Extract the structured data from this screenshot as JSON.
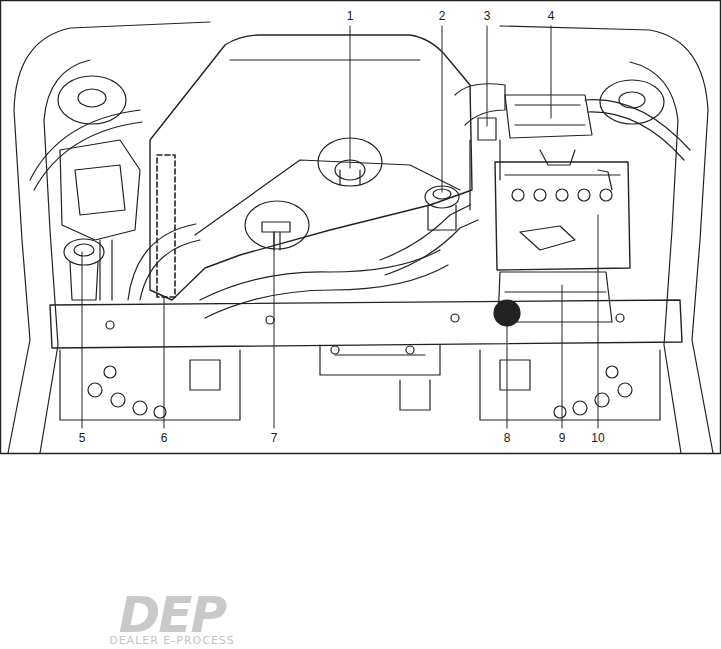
{
  "diagram": {
    "labels": [
      "1",
      "2",
      "3",
      "4",
      "5",
      "6",
      "7",
      "8",
      "9",
      "10",
      "DEP",
      "DEALER E-PROCESS"
    ]
  }
}
